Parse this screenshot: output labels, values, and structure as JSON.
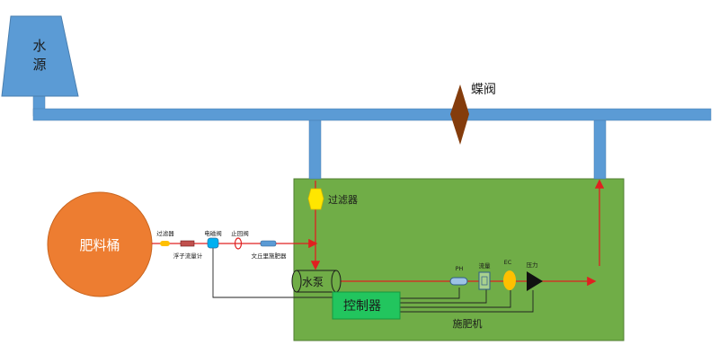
{
  "labels": {
    "water_source_line1": "水",
    "water_source_line2": "源",
    "butterfly_valve": "蝶阀",
    "fertilizer_tank": "肥料桶",
    "inlet_filter": "过滤器",
    "small_filter": "过滤器",
    "float_flowmeter": "浮子流量计",
    "solenoid_valve": "电磁阀",
    "check_valve": "止回阀",
    "venturi": "文丘里施肥器",
    "pump": "水泵",
    "controller": "控制器",
    "machine": "施肥机",
    "ph": "PH",
    "flow": "流量",
    "ec": "EC",
    "pressure": "压力"
  },
  "colors": {
    "pipe_blue": "#5b9bd5",
    "cabinet_green": "#70ad47",
    "tank_orange": "#ed7d31",
    "flow_red": "#e02020",
    "filter_yellow": "#ffe600",
    "valve_brown": "#843c0c",
    "controller_green": "#22c55e"
  }
}
